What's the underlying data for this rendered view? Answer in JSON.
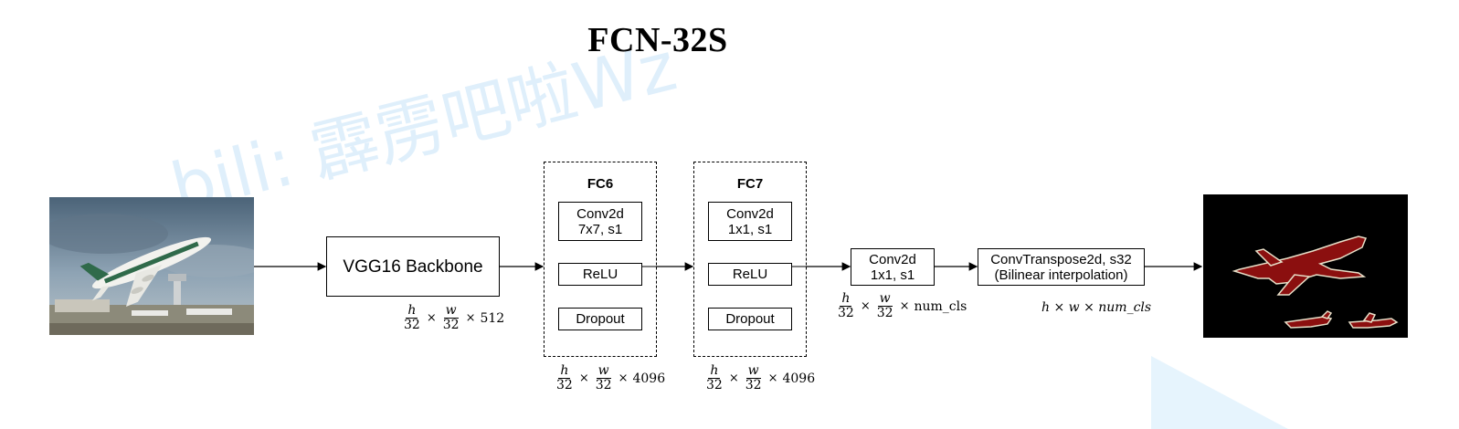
{
  "title": "FCN-32S",
  "watermark": "bili: 霹雳吧啦Wz",
  "nodes": {
    "backbone": "VGG16 Backbone",
    "fc6": {
      "label": "FC6",
      "conv_line1": "Conv2d",
      "conv_line2": "7x7, s1",
      "relu": "ReLU",
      "dropout": "Dropout"
    },
    "fc7": {
      "label": "FC7",
      "conv_line1": "Conv2d",
      "conv_line2": "1x1, s1",
      "relu": "ReLU",
      "dropout": "Dropout"
    },
    "conv_cls": {
      "line1": "Conv2d",
      "line2": "1x1, s1"
    },
    "upsample": {
      "line1": "ConvTranspose2d, s32",
      "line2": "(Bilinear interpolation)"
    }
  },
  "shapes": {
    "backbone_out": {
      "h": "h",
      "w": "w",
      "den": "32",
      "mult": "×",
      "channels": "512"
    },
    "fc6_out": {
      "h": "h",
      "w": "w",
      "den": "32",
      "mult": "×",
      "channels": "4096"
    },
    "fc7_out": {
      "h": "h",
      "w": "w",
      "den": "32",
      "mult": "×",
      "channels": "4096"
    },
    "cls_out": {
      "h": "h",
      "w": "w",
      "den": "32",
      "mult": "×",
      "channels": "num_cls"
    },
    "final_out": "h × w × num_cls"
  },
  "colors": {
    "segmentation_bg": "#000000",
    "segmentation_object": "#8b0f0f",
    "segmentation_edge": "#e8dfc8",
    "watermark": "#dfeffb"
  }
}
